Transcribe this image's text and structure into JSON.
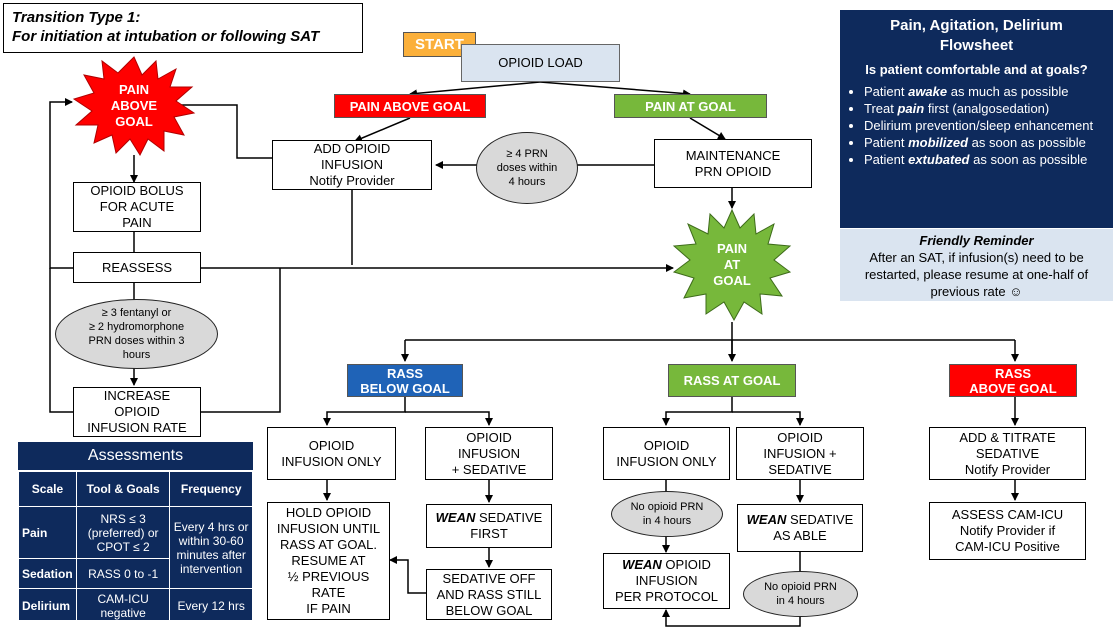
{
  "title": {
    "line1": "Transition Type 1:",
    "line2": "For initiation at intubation or following SAT"
  },
  "start": "START",
  "opioid_load": "OPIOID LOAD",
  "pain_above_goal_tag": "PAIN ABOVE GOAL",
  "pain_at_goal_tag": "PAIN AT GOAL",
  "pain_above_goal_burst": [
    "PAIN",
    "ABOVE",
    "GOAL"
  ],
  "pain_at_goal_burst": [
    "PAIN",
    "AT",
    "GOAL"
  ],
  "add_opioid_infusion": [
    "ADD OPIOID",
    "INFUSION",
    "Notify Provider"
  ],
  "maintenance": [
    "MAINTENANCE",
    "PRN OPIOID"
  ],
  "prn4_oval": [
    "≥ 4 PRN",
    "doses within",
    "4 hours"
  ],
  "opioid_bolus": [
    "OPIOID BOLUS",
    "FOR ACUTE",
    "PAIN"
  ],
  "reassess": "REASSESS",
  "fentanyl_oval": [
    "≥ 3 fentanyl or",
    "≥ 2 hydromorphone",
    "PRN doses within  3",
    "hours"
  ],
  "increase_opioid": [
    "INCREASE",
    "OPIOID",
    "INFUSION RATE"
  ],
  "rass_below_goal": [
    "RASS",
    "BELOW GOAL"
  ],
  "rass_at_goal": "RASS AT GOAL",
  "rass_above_goal": [
    "RASS",
    "ABOVE GOAL"
  ],
  "below": {
    "opioid_only": [
      "OPIOID",
      "INFUSION ONLY"
    ],
    "opioid_sedative": [
      "OPIOID",
      "INFUSION",
      "+ SEDATIVE"
    ],
    "hold_opioid": [
      "HOLD OPIOID",
      "INFUSION UNTIL",
      "RASS AT GOAL.",
      "RESUME AT",
      "½ PREVIOUS",
      "RATE",
      "IF PAIN"
    ],
    "wean_first": {
      "em": "WEAN",
      "rest": " SEDATIVE",
      "line2": "FIRST"
    },
    "sedative_off": [
      "SEDATIVE OFF",
      "AND RASS STILL",
      "BELOW GOAL"
    ]
  },
  "atgoal": {
    "opioid_only": [
      "OPIOID",
      "INFUSION ONLY"
    ],
    "opioid_sedative": [
      "OPIOID",
      "INFUSION +",
      "SEDATIVE"
    ],
    "no_prn_oval_1": [
      "No opioid PRN",
      "in 4 hours"
    ],
    "wean_able": {
      "em": "WEAN",
      "rest": " SEDATIVE",
      "line2": "AS ABLE"
    },
    "wean_opioid": {
      "em": "WEAN",
      "rest": " OPIOID",
      "line2": "INFUSION",
      "line3": "PER PROTOCOL"
    },
    "no_prn_oval_2": [
      "No opioid PRN",
      "in 4 hours"
    ]
  },
  "above": {
    "add_titrate": [
      "ADD & TITRATE",
      "SEDATIVE",
      "Notify Provider"
    ],
    "assess_cam": [
      "ASSESS CAM-ICU",
      "Notify Provider if",
      "CAM-ICU Positive"
    ]
  },
  "flowsheet": {
    "title_l1": "Pain, Agitation, Delirium",
    "title_l2": "Flowsheet",
    "question": "Is patient comfortable and at goals?",
    "b1": {
      "pre": "Patient ",
      "em": "awake",
      "post": " as much as possible"
    },
    "b2": {
      "pre": "Treat ",
      "em": "pain",
      "post": " first (analgosedation)"
    },
    "b3": {
      "pre": "Delirium prevention/sleep enhancement"
    },
    "b4": {
      "pre": "Patient ",
      "em": "mobilized",
      "post": " as soon as possible"
    },
    "b5": {
      "pre": "Patient ",
      "em": "extubated",
      "post": " as soon as possible"
    }
  },
  "reminder": {
    "title": "Friendly Reminder",
    "text": "After an SAT, if infusion(s) need to be restarted, please resume at one-half of previous rate ☺"
  },
  "assessments": {
    "title": "Assessments",
    "headers": [
      "Scale",
      "Tool & Goals",
      "Frequency"
    ],
    "rows": [
      {
        "scale": "Pain",
        "tool": "NRS ≤ 3 (preferred) or CPOT ≤ 2",
        "freq": "Every 4 hrs or within 30-60 minutes after intervention"
      },
      {
        "scale": "Sedation",
        "tool": "RASS 0 to -1",
        "freq": ""
      },
      {
        "scale": "Delirium",
        "tool": "CAM-ICU negative",
        "freq": "Every 12 hrs"
      }
    ]
  },
  "colors": {
    "red": "#ff0000",
    "green": "#77b83b",
    "blue": "#1f63b7",
    "orange": "#fbb03b",
    "navy": "#0e2a5c",
    "light_blue": "#dae4f0",
    "oval_gray": "#d9d9d9"
  }
}
